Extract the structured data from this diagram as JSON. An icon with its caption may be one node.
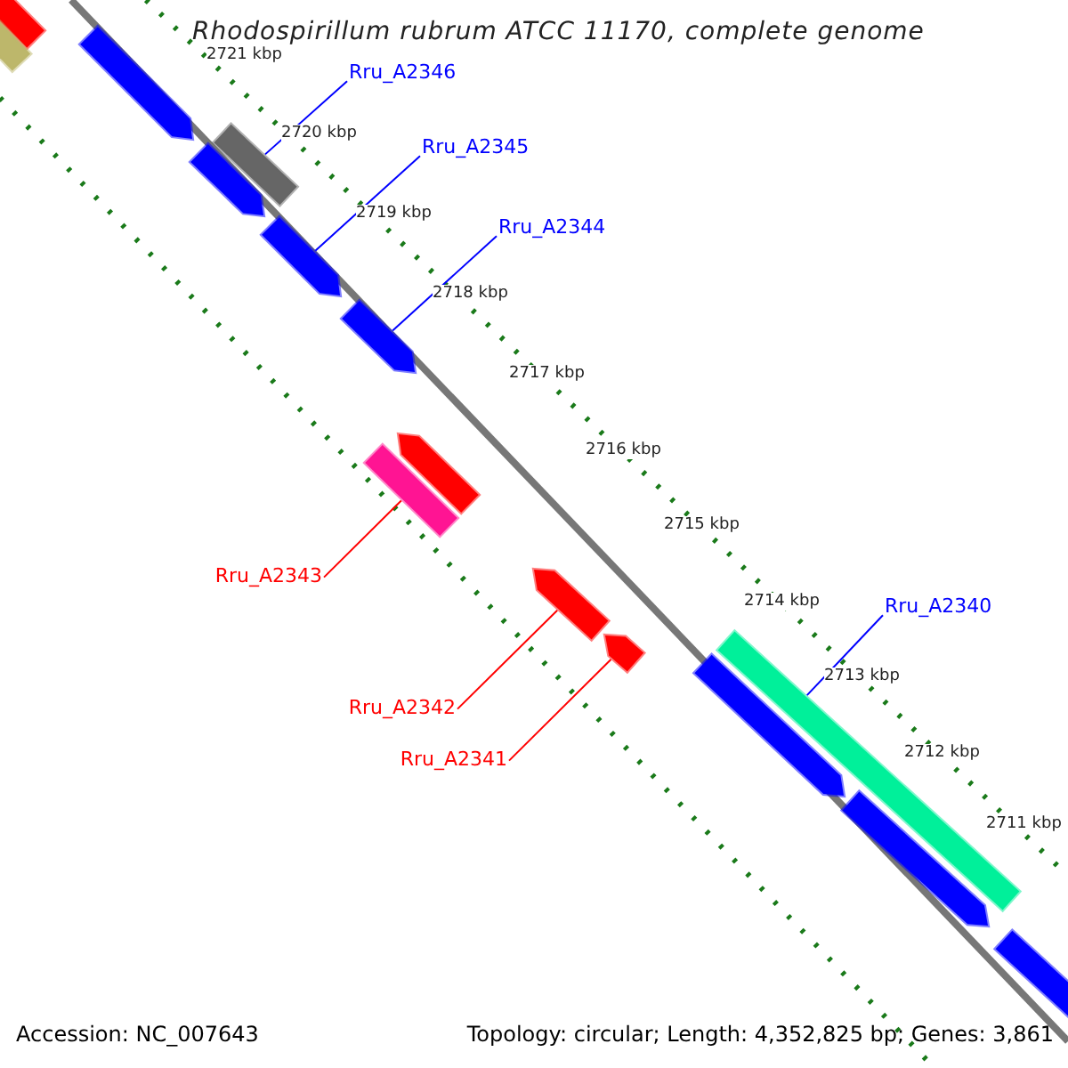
{
  "diagram": {
    "title": "Rhodospirillum rubrum ATCC 11170, complete genome",
    "nodes": [
      {
        "text": [
          "Rru_A2346"
        ]
      },
      {
        "text": [
          "Rru_A2345"
        ]
      },
      {
        "text": [
          "Rru_A2344"
        ]
      },
      {
        "text": [
          "Rru_A2343"
        ]
      },
      {
        "text": [
          "Rru_A2342"
        ]
      },
      {
        "text": [
          "Rru_A2341"
        ]
      },
      {
        "text": [
          "Rru_A2340"
        ]
      },
      {
        "text": [],
        "shape": "bar"
      },
      {
        "text": [],
        "shape": "bar"
      },
      {
        "text": [],
        "shape": "bar"
      },
      {
        "text": [],
        "shape": "bar"
      },
      {
        "text": [],
        "shape": "bar"
      },
      {
        "text": [],
        "shape": "bar"
      },
      {
        "text": [],
        "shape": "bar"
      },
      {
        "text": [],
        "shape": "bar"
      },
      {
        "text": [],
        "shape": "bar"
      },
      {
        "text": [],
        "shape": "bar"
      },
      {
        "text": [],
        "shape": "bar"
      },
      {
        "text": [],
        "shape": "bar"
      },
      {
        "text": [],
        "shape": "bar"
      },
      {
        "text": [],
        "shape": "bar"
      },
      {
        "text": [],
        "shape": "bar"
      }
    ],
    "edges": [
      {
        "from": 0,
        "to": 10,
        "arrow": "none"
      },
      {
        "from": 1,
        "to": 12,
        "arrow": "none"
      },
      {
        "from": 2,
        "to": 13,
        "arrow": "none"
      },
      {
        "from": 3,
        "to": 14,
        "arrow": "none",
        "color": "#ff0000"
      },
      {
        "from": 4,
        "to": 16,
        "arrow": "none",
        "color": "#ff0000"
      },
      {
        "from": 5,
        "to": 17,
        "arrow": "none",
        "color": "#ff0000"
      },
      {
        "from": 6,
        "to": 18,
        "arrow": "none"
      }
    ],
    "labels": [
      "2721 kbp",
      "2720 kbp",
      "2719 kbp",
      "2718 kbp",
      "2717 kbp",
      "2716 kbp",
      "2715 kbp",
      "2714 kbp",
      "2713 kbp",
      "2712 kbp",
      "2711 kbp",
      "Accession: NC_007643",
      "Topology: circular; Length: 4,352,825 bp; Genes: 3,861"
    ]
  }
}
